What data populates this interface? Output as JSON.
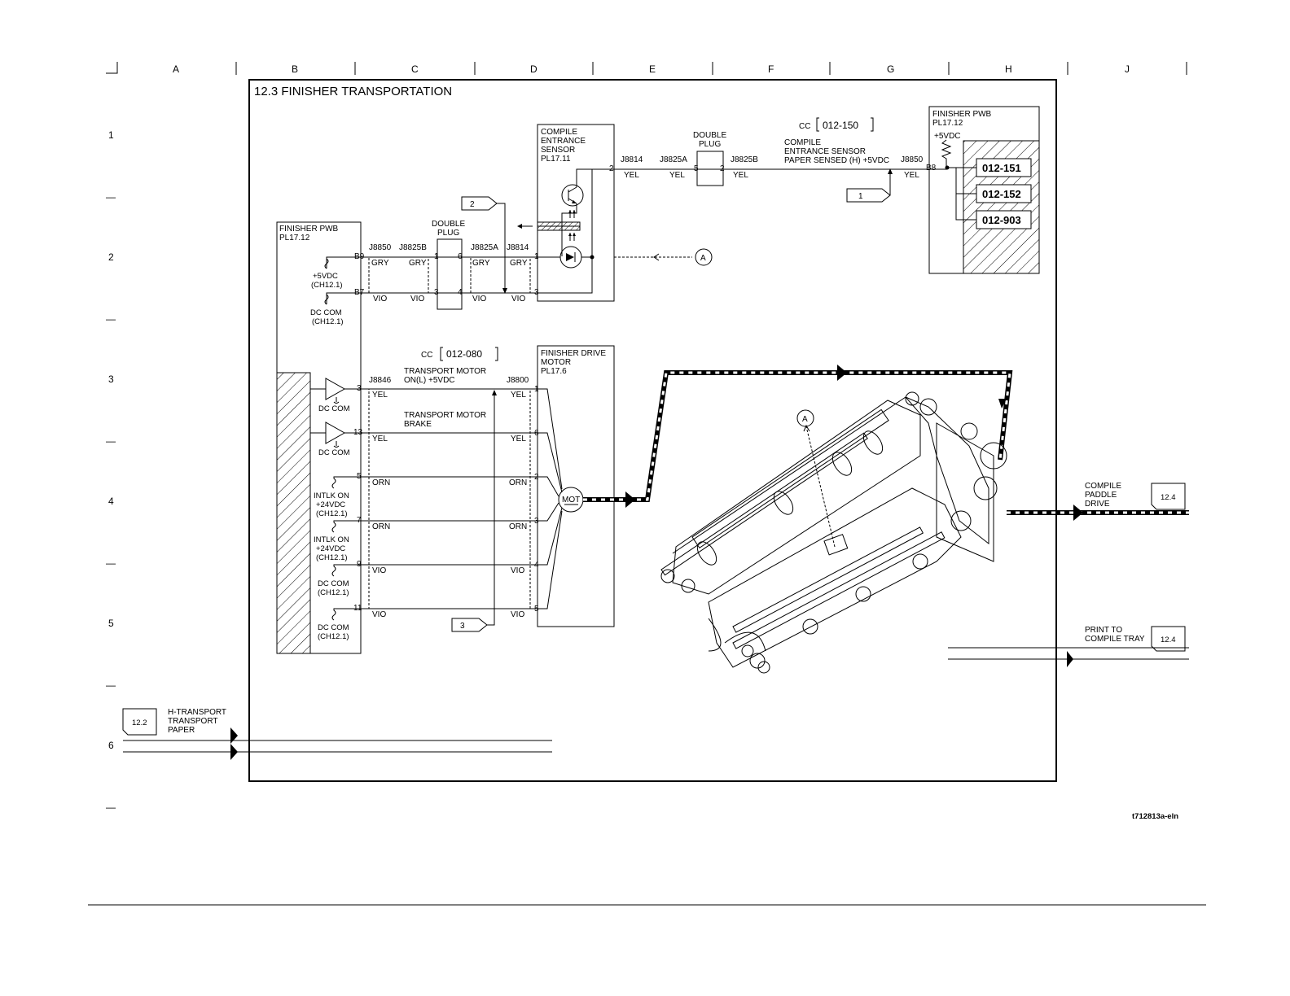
{
  "grid": {
    "columns": [
      "A",
      "B",
      "C",
      "D",
      "E",
      "F",
      "G",
      "H",
      "J"
    ],
    "rows": [
      "1",
      "2",
      "3",
      "4",
      "5",
      "6"
    ],
    "row_dash": "—"
  },
  "title": "12.3 FINISHER TRANSPORTATION",
  "doc_code": "t712813a-eln",
  "connectors": {
    "j8814": "J8814",
    "j8825a": "J8825A",
    "j8825b": "J8825B",
    "j8850": "J8850",
    "j8846": "J8846",
    "j8800": "J8800"
  },
  "labels": {
    "finisher_pwb": "FINISHER PWB",
    "pl1712": "PL17.12",
    "vdc5": "+5VDC",
    "ch121": "(CH12.1)",
    "dc_com": "DC COM",
    "double": "DOUBLE",
    "plug": "PLUG",
    "compile": "COMPILE",
    "entrance": "ENTRANCE",
    "sensor": "SENSOR",
    "pl1711": "PL17.11",
    "entrance_sensor": "ENTRANCE SENSOR",
    "paper_sensed": "PAPER SENSED (H) +5VDC",
    "finisher_drive": "FINISHER DRIVE",
    "motor": "MOTOR",
    "pl176": "PL17.6",
    "tm_on": "TRANSPORT MOTOR",
    "tm_on2": "ON(L) +5VDC",
    "tm_brake": "TRANSPORT MOTOR",
    "tm_brake2": "BRAKE",
    "intlk_on": "INTLK ON",
    "vdc24": "+24VDC",
    "mot": "MOT",
    "cc": "CC",
    "cc_150": "012-150",
    "cc_080": "012-080",
    "compile_paddle": "COMPILE",
    "paddle": "PADDLE",
    "drive": "DRIVE",
    "print_to": "PRINT TO",
    "compile_tray": "COMPILE TRAY",
    "h_transport": "H-TRANSPORT",
    "transport": "TRANSPORT",
    "paper": "PAPER",
    "ref_a": "A",
    "ref_1": "1",
    "ref_2": "2",
    "ref_3": "3",
    "ref_124": "12.4",
    "ref_122": "12.2"
  },
  "fault_codes": [
    "012-151",
    "012-152",
    "012-903"
  ],
  "wire_colors": {
    "yel": "YEL",
    "gry": "GRY",
    "vio": "VIO",
    "orn": "ORN"
  },
  "pins": {
    "b9": "B9",
    "b7": "B7",
    "b8": "B8",
    "p1": "1",
    "p2": "2",
    "p3": "3",
    "p4": "4",
    "p5": "5",
    "p6": "6",
    "p7": "7",
    "p9": "9",
    "p11": "11",
    "p13": "13"
  }
}
